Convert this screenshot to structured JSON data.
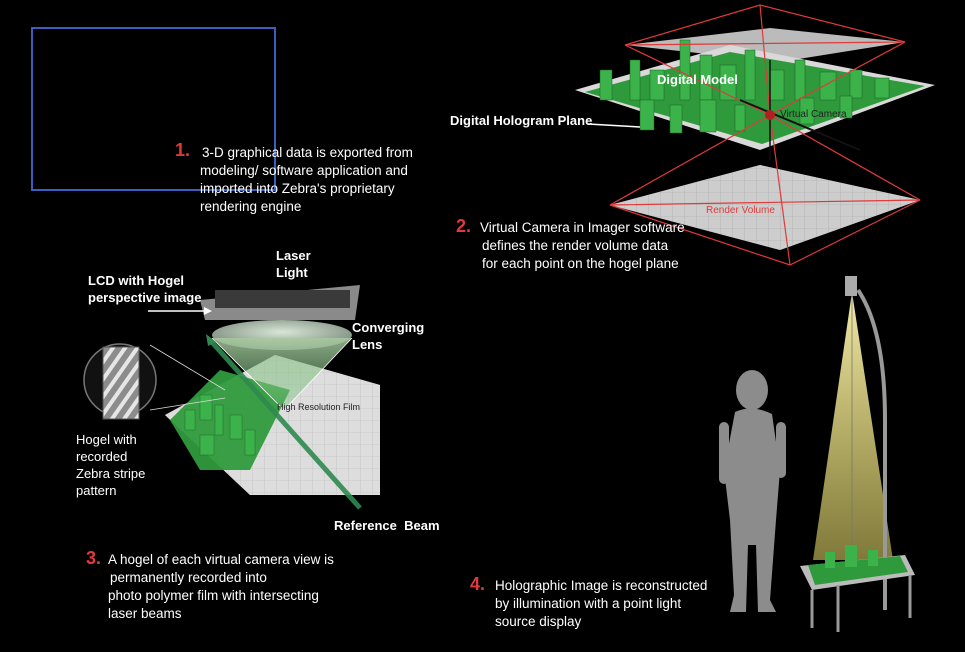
{
  "step1": {
    "num": "1.",
    "lines": [
      "3-D graphical data is exported from",
      "modeling/ software application and",
      "imported into Zebra's proprietary",
      "rendering engine"
    ]
  },
  "step2": {
    "num": "2.",
    "lines": [
      "Virtual Camera in Imager software",
      "defines the render volume data",
      "for each point on the hogel plane"
    ]
  },
  "step3": {
    "num": "3.",
    "lines": [
      "A hogel of each virtual camera view is",
      "permanently recorded into",
      "photo polymer film with intersecting",
      "laser beams"
    ]
  },
  "step4": {
    "num": "4.",
    "lines": [
      "Holographic Image is reconstructed",
      "by illumination with a point light",
      "source display"
    ]
  },
  "labels": {
    "digital_model": "Digital Model",
    "digital_hologram_plane": "Digital Hologram Plane",
    "virtual_camera": "Virtual Camera",
    "render_volume": "Render Volume",
    "laser_light": [
      "Laser",
      "Light"
    ],
    "lcd_hogel": [
      "LCD with Hogel",
      "perspective image"
    ],
    "converging_lens": [
      "Converging",
      "Lens"
    ],
    "high_res_film": "High Resolution Film",
    "hogel_recorded": [
      "Hogel with",
      "recorded",
      "Zebra stripe",
      "pattern"
    ],
    "reference_beam": "Reference  Beam"
  },
  "colors": {
    "accent_red": "#e03a3a",
    "model_green": "#2f9a3c",
    "thumb_border": "#3a5fc0",
    "beam": "#f2e98a"
  }
}
